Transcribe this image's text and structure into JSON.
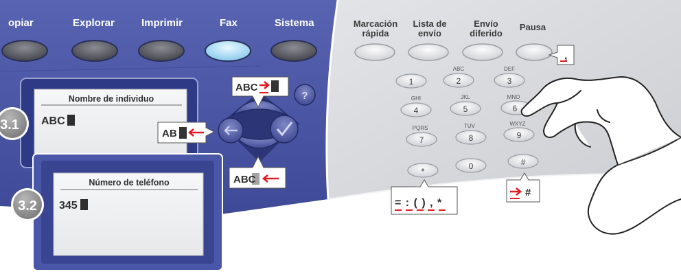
{
  "tabs": [
    {
      "label": "opiar"
    },
    {
      "label": "Explorar"
    },
    {
      "label": "Imprimir"
    },
    {
      "label": "Fax",
      "selected": true
    },
    {
      "label": "Sistema"
    }
  ],
  "function_keys": [
    {
      "line1": "Marcación",
      "line2": "rápida"
    },
    {
      "line1": "Lista de",
      "line2": "envío"
    },
    {
      "line1": "Envío",
      "line2": "diferido"
    },
    {
      "line1": "Pausa",
      "line2": ""
    }
  ],
  "keypad": [
    {
      "num": "1",
      "letters": ""
    },
    {
      "num": "2",
      "letters": "ABC"
    },
    {
      "num": "3",
      "letters": "DEF"
    },
    {
      "num": "4",
      "letters": "GHI"
    },
    {
      "num": "5",
      "letters": "JKL"
    },
    {
      "num": "6",
      "letters": "MNO"
    },
    {
      "num": "7",
      "letters": "PQRS"
    },
    {
      "num": "8",
      "letters": "TUV"
    },
    {
      "num": "9",
      "letters": "WXYZ"
    },
    {
      "num": "*",
      "letters": ""
    },
    {
      "num": "0",
      "letters": ""
    },
    {
      "num": "#",
      "letters": ""
    }
  ],
  "help_label": "?",
  "step1": {
    "badge": "3.1",
    "title": "Nombre de individuo",
    "value": "ABC"
  },
  "step2": {
    "badge": "3.2",
    "title": "Número de teléfono",
    "value": "345"
  },
  "callouts": {
    "up": "ABC",
    "left": "AB",
    "down": "ABC",
    "pause": ",",
    "star": "= : ( ) , *",
    "hash": "#"
  },
  "colors": {
    "panel_blue": "#4a57a6",
    "arrow_red": "#e21b23",
    "badge_gray": "#8c8c8c",
    "fax_led": "#a6dcf5"
  }
}
